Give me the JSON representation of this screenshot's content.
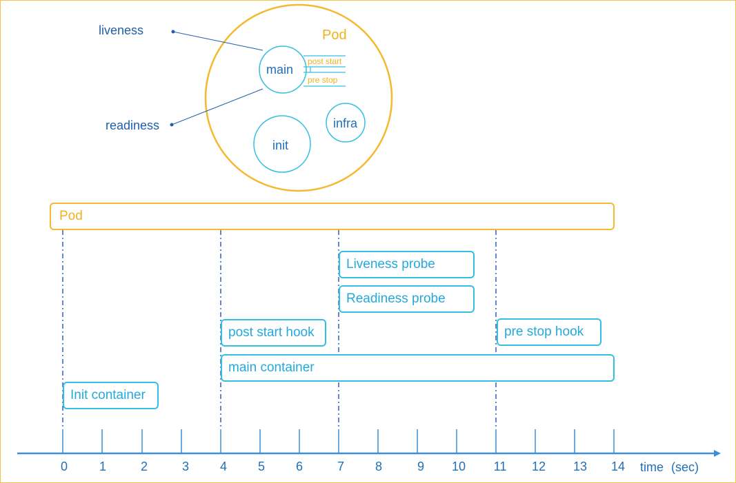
{
  "colors": {
    "pod": "#f5b82e",
    "container": "#33bfe3",
    "text_blue": "#1f6fb8",
    "axis": "#3a8fd8"
  },
  "top_diagram": {
    "pod_label": "Pod",
    "main_label": "main",
    "init_label": "init",
    "infra_label": "infra",
    "post_start_label": "post start",
    "pre_stop_label": "pre stop",
    "liveness_label": "liveness",
    "readiness_label": "readiness"
  },
  "timeline": {
    "pod": {
      "label": "Pod",
      "start": 0,
      "end": 14
    },
    "liveness_probe": {
      "label": "Liveness probe",
      "start": 7,
      "end": 10.5
    },
    "readiness_probe": {
      "label": "Readiness probe",
      "start": 7,
      "end": 10.5
    },
    "post_start_hook": {
      "label": "post start hook",
      "start": 4,
      "end": 6.7
    },
    "pre_stop_hook": {
      "label": "pre stop hook",
      "start": 11,
      "end": 13.6
    },
    "main_container": {
      "label": "main container",
      "start": 4,
      "end": 14
    },
    "init_container": {
      "label": "Init container",
      "start": 0,
      "end": 2.4
    },
    "markers": [
      0,
      4,
      7,
      11
    ]
  },
  "axis": {
    "ticks": [
      "0",
      "1",
      "2",
      "3",
      "4",
      "5",
      "6",
      "7",
      "8",
      "9",
      "10",
      "11",
      "12",
      "13",
      "14"
    ],
    "label": "time (sec)"
  }
}
